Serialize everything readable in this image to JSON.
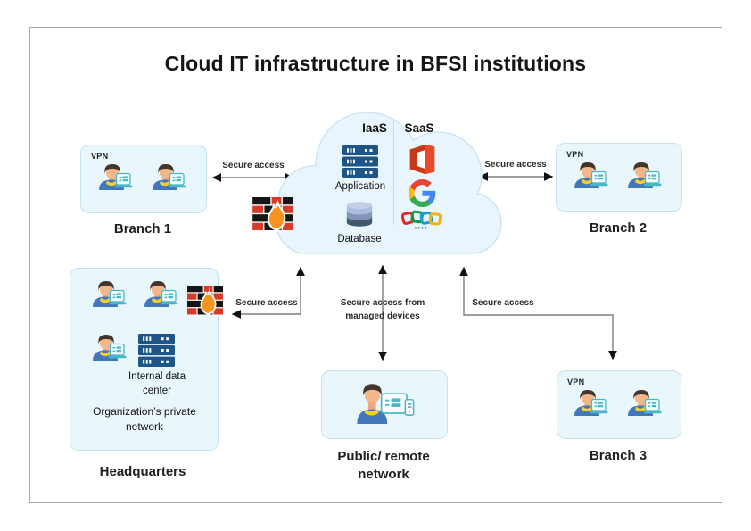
{
  "title": "Cloud IT infrastructure in BFSI institutions",
  "cloud": {
    "iaas": {
      "label": "IaaS",
      "application_label": "Application",
      "database_label": "Database"
    },
    "saas": {
      "label": "SaaS",
      "app_icons": [
        "microsoft-office-icon",
        "google-icon",
        "zoho-icon"
      ]
    }
  },
  "nodes": {
    "branch1": {
      "vpn": "VPN",
      "label": "Branch 1"
    },
    "branch2": {
      "vpn": "VPN",
      "label": "Branch 2"
    },
    "branch3": {
      "vpn": "VPN",
      "label": "Branch 3"
    },
    "headquarters": {
      "label": "Headquarters",
      "datacenter_label": "Internal data center",
      "network_label": "Organization’s private network"
    },
    "public_remote": {
      "label": "Public/ remote network"
    }
  },
  "edges": {
    "branch1_cloud": {
      "label": "Secure access"
    },
    "cloud_branch2": {
      "label": "Secure access"
    },
    "hq_cloud": {
      "label": "Secure access"
    },
    "public_cloud": {
      "label": "Secure access from managed devices"
    },
    "branch3_cloud": {
      "label": "Secure access"
    }
  },
  "icons": {
    "firewall": "firewall-brick-flame-icon",
    "user": "user-with-laptop-icon",
    "remote_user": "user-with-monitor-phone-icon",
    "server": "server-rack-icon",
    "database": "database-cylinder-icon"
  },
  "colors": {
    "box_fill": "#e9f6fc",
    "box_border": "#c7e2ef",
    "cloud_fill": "#e9f5fc",
    "cloud_border": "#cde6f2",
    "arrow_line": "#7d7d7d",
    "arrow_head": "#111111",
    "server_blue": "#1d5588",
    "firewall_red": "#d53b27",
    "firewall_black": "#151515",
    "flame_orange": "#f7941e",
    "shirt_blue": "#4278bb",
    "collar_yellow": "#f6cf2b",
    "laptop_teal": "#45b7c8"
  }
}
